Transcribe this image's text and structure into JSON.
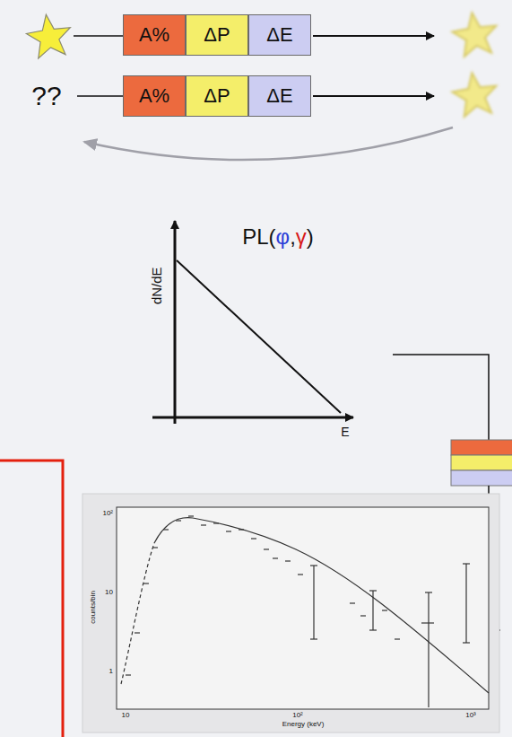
{
  "diagram": {
    "nodes": [
      {
        "text": [
          "A%"
        ]
      },
      {
        "text": [
          "ΔP"
        ]
      },
      {
        "text": [
          "ΔE"
        ]
      },
      {
        "text": [
          "A%"
        ]
      },
      {
        "text": [
          "ΔP"
        ]
      },
      {
        "text": [
          "ΔE"
        ]
      }
    ],
    "labels": [
      "??",
      "PL(φ,γ)",
      "dN/dE",
      "E",
      "counts/bin",
      "Energy (keV)",
      "10²",
      "10",
      "1",
      "10",
      "10²",
      "10³"
    ]
  }
}
